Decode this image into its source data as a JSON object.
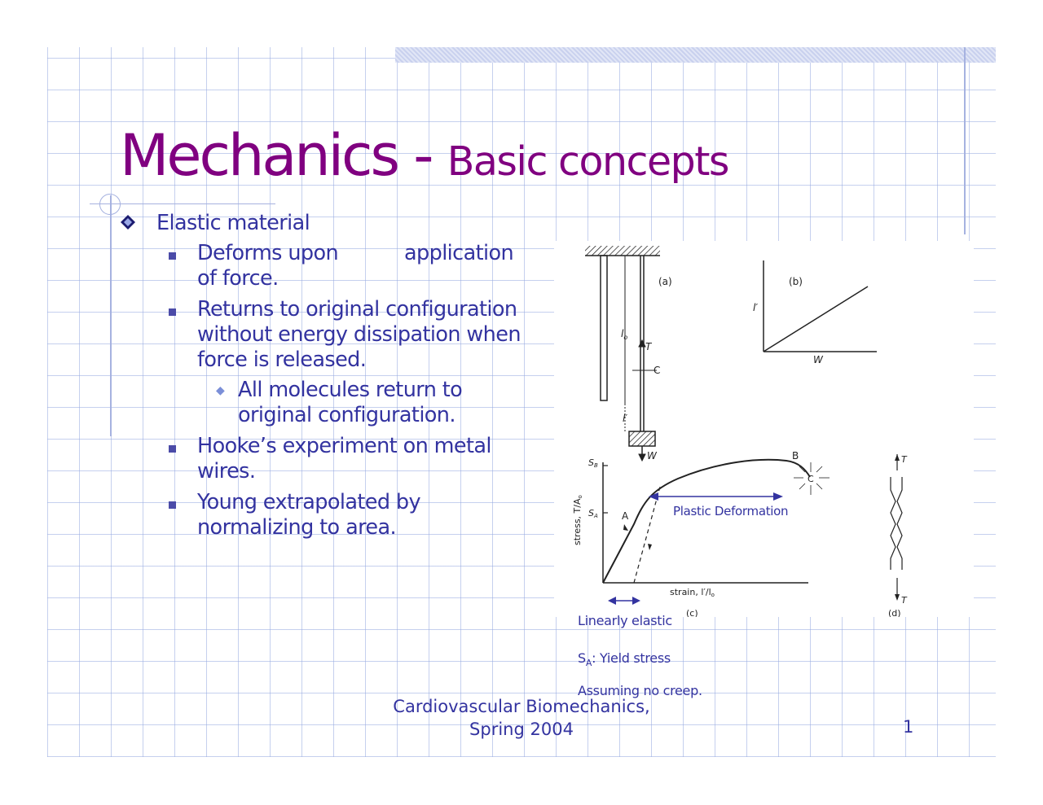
{
  "slide": {
    "title_main": "Mechanics - ",
    "title_sub": "Basic concepts",
    "bullets": {
      "b1": "Elastic material",
      "b1_1_a": "Deforms upon",
      "b1_1_b": "application",
      "b1_1_c": "of force.",
      "b1_2_a": "Returns to original configuration",
      "b1_2_b": "without energy dissipation when",
      "b1_2_c": "force is released.",
      "b1_2_1_a": "All molecules return to",
      "b1_2_1_b": "original configuration.",
      "b1_3_a": "Hooke’s experiment on metal",
      "b1_3_b": "wires.",
      "b1_4_a": "Young extrapolated by",
      "b1_4_b": "normalizing to area."
    },
    "figure": {
      "panel_a": "(a)",
      "panel_b": "(b)",
      "panel_c": "(c)",
      "panel_d": "(d)",
      "label_l0": "l",
      "label_l0_sub": "o",
      "label_T": "T",
      "label_C": "C",
      "label_lprime": "l′",
      "label_W": "W",
      "b_ylabel": "l′",
      "b_xlabel": "W",
      "c_SB": "S",
      "c_SB_sub": "B",
      "c_SA": "S",
      "c_SA_sub": "A",
      "c_A": "A",
      "c_B": "B",
      "c_C": "C",
      "c_ylabel": "stress, T/A",
      "c_ylabel_sub": "o",
      "c_xlabel": "strain, l′/l",
      "c_xlabel_sub": "o",
      "plastic_label": "Plastic Deformation",
      "d_T_top": "T",
      "d_T_bottom": "T"
    },
    "notes": {
      "linear": "Linearly elastic",
      "yield_prefix": "S",
      "yield_sub": "A",
      "yield_suffix": ": Yield stress",
      "creep": "Assuming no creep."
    },
    "footer": {
      "line1": "Cardiovascular Biomechanics,",
      "line2": "Spring 2004"
    },
    "page_number": "1"
  }
}
